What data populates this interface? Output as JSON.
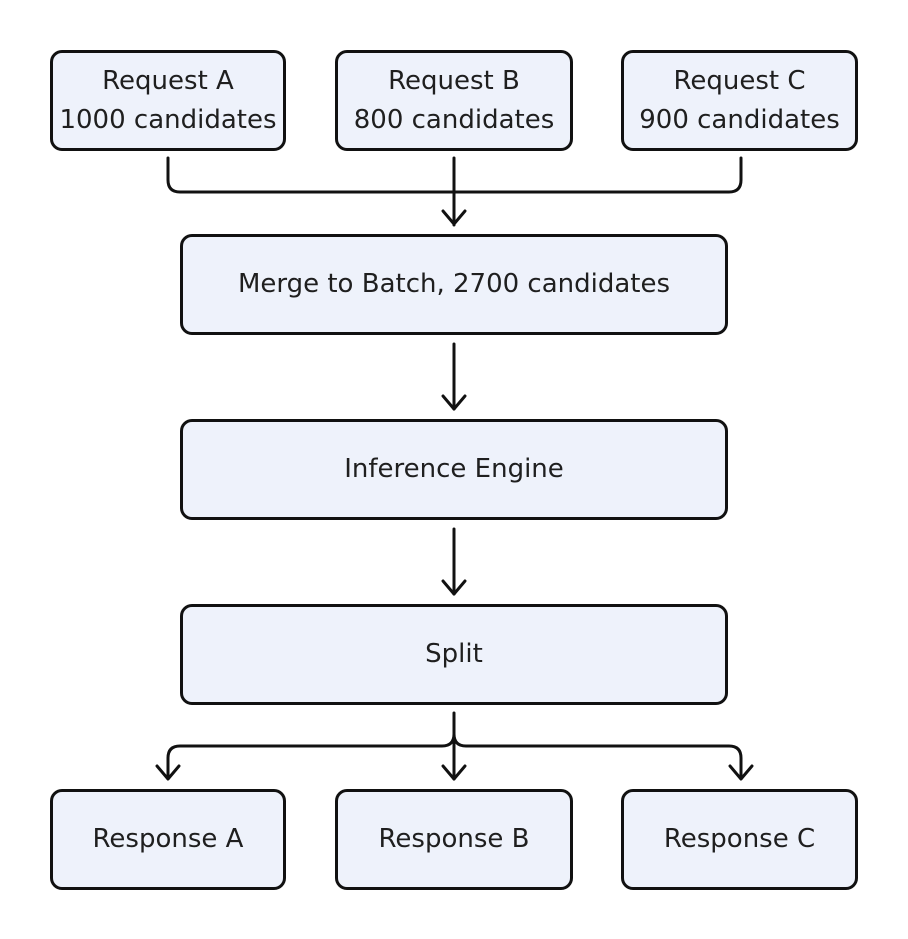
{
  "requests": [
    {
      "name": "Request A",
      "detail": "1000 candidates"
    },
    {
      "name": "Request B",
      "detail": "800 candidates"
    },
    {
      "name": "Request C",
      "detail": "900 candidates"
    }
  ],
  "merge": {
    "label": "Merge to Batch, 2700 candidates"
  },
  "engine": {
    "label": "Inference Engine"
  },
  "split": {
    "label": "Split"
  },
  "responses": [
    {
      "label": "Response A"
    },
    {
      "label": "Response B"
    },
    {
      "label": "Response C"
    }
  ],
  "colors": {
    "node_fill": "#eef2fb",
    "stroke": "#111111"
  }
}
